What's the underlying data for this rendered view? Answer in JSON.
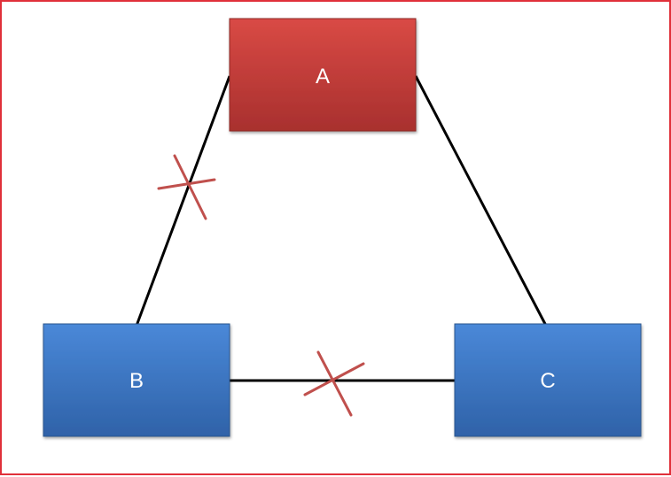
{
  "nodes": [
    {
      "id": "A",
      "label": "A",
      "color": "#c0393b"
    },
    {
      "id": "B",
      "label": "B",
      "color": "#3a78c9"
    },
    {
      "id": "C",
      "label": "C",
      "color": "#3a78c9"
    }
  ],
  "edges": [
    {
      "from": "A",
      "to": "B",
      "cut": true
    },
    {
      "from": "A",
      "to": "C",
      "cut": false
    },
    {
      "from": "B",
      "to": "C",
      "cut": true
    }
  ],
  "colors": {
    "frame": "#e0303a",
    "edge": "#000000",
    "cut_mark": "#c0504d"
  }
}
